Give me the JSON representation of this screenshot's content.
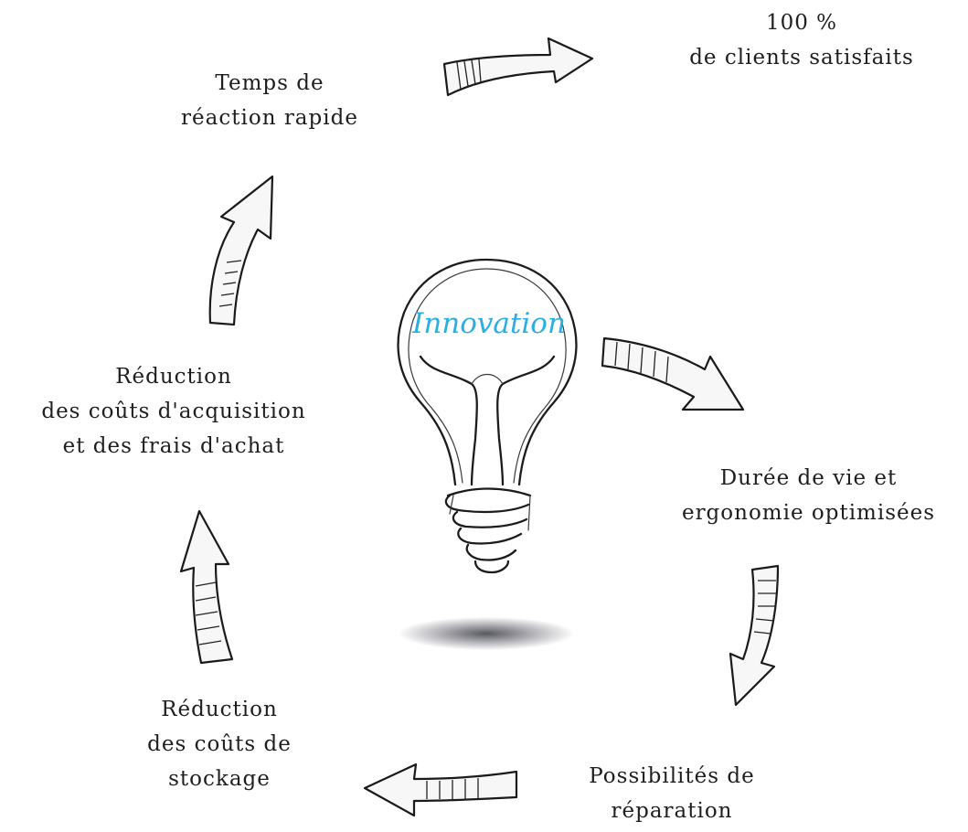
{
  "center": {
    "word": "Innovation",
    "color": "#2aaee6"
  },
  "steps": {
    "clients": [
      "100 %",
      "de clients satisfaits"
    ],
    "temps": [
      "Temps de",
      "réaction rapide"
    ],
    "reduction_acquisition": [
      "Réduction",
      "des coûts d'acquisition",
      "et des frais d'achat"
    ],
    "duree": [
      "Durée de vie et",
      "ergonomie optimisées"
    ],
    "reduction_stockage": [
      "Réduction",
      "des coûts de",
      "stockage"
    ],
    "reparation": [
      "Possibilités de",
      "réparation"
    ]
  },
  "icons": {
    "bulb": "lightbulb-icon",
    "arrow": "sketch-arrow-icon"
  }
}
